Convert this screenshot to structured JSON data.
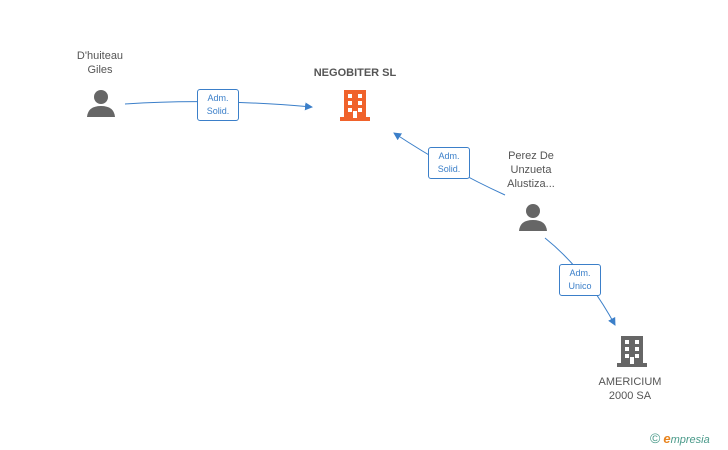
{
  "company_main": {
    "name": "NEGOBITER SL",
    "color": "#f0622b"
  },
  "company_other": {
    "name": "AMERICIUM\n2000 SA",
    "color": "#666666"
  },
  "person_1": {
    "name": "D'huiteau\nGiles"
  },
  "person_2": {
    "name": "Perez De\nUnzueta\nAlustiza..."
  },
  "edges": [
    {
      "label": "Adm.\nSolid."
    },
    {
      "label": "Adm.\nSolid."
    },
    {
      "label": "Adm.\nUnico"
    }
  ],
  "watermark": {
    "copyright": "©",
    "brand_initial": "e",
    "brand_rest": "mpresia"
  },
  "colors": {
    "edge": "#3b7fc9",
    "person": "#666666"
  }
}
